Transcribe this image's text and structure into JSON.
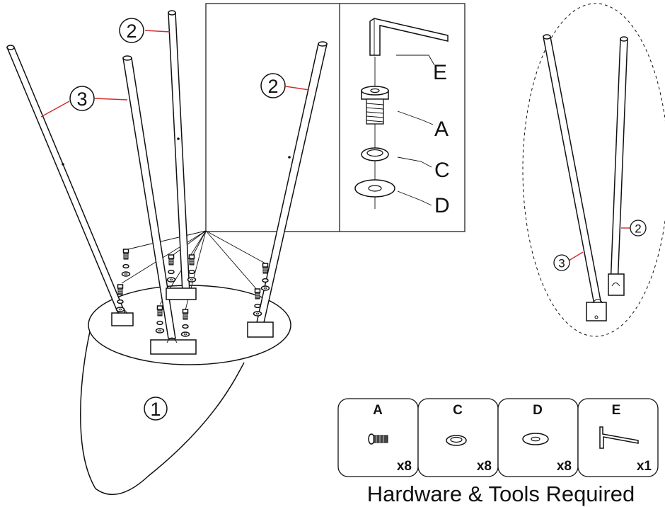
{
  "callouts": {
    "seat": "1",
    "leg_top": "2",
    "leg_right": "2",
    "leg_left": "3",
    "detail_leg_3": "3",
    "detail_leg_2": "2"
  },
  "detail_labels": {
    "key": "E",
    "bolt": "A",
    "lock_washer": "C",
    "flat_washer": "D"
  },
  "hardware": {
    "title": "Hardware & Tools Required",
    "items": [
      {
        "letter": "A",
        "qty": "x8",
        "icon": "bolt-icon"
      },
      {
        "letter": "C",
        "qty": "x8",
        "icon": "lock-washer-icon"
      },
      {
        "letter": "D",
        "qty": "x8",
        "icon": "flat-washer-icon"
      },
      {
        "letter": "E",
        "qty": "x1",
        "icon": "allen-key-icon"
      }
    ]
  },
  "colors": {
    "leader_red": "#d42a2a",
    "line": "#111111"
  }
}
